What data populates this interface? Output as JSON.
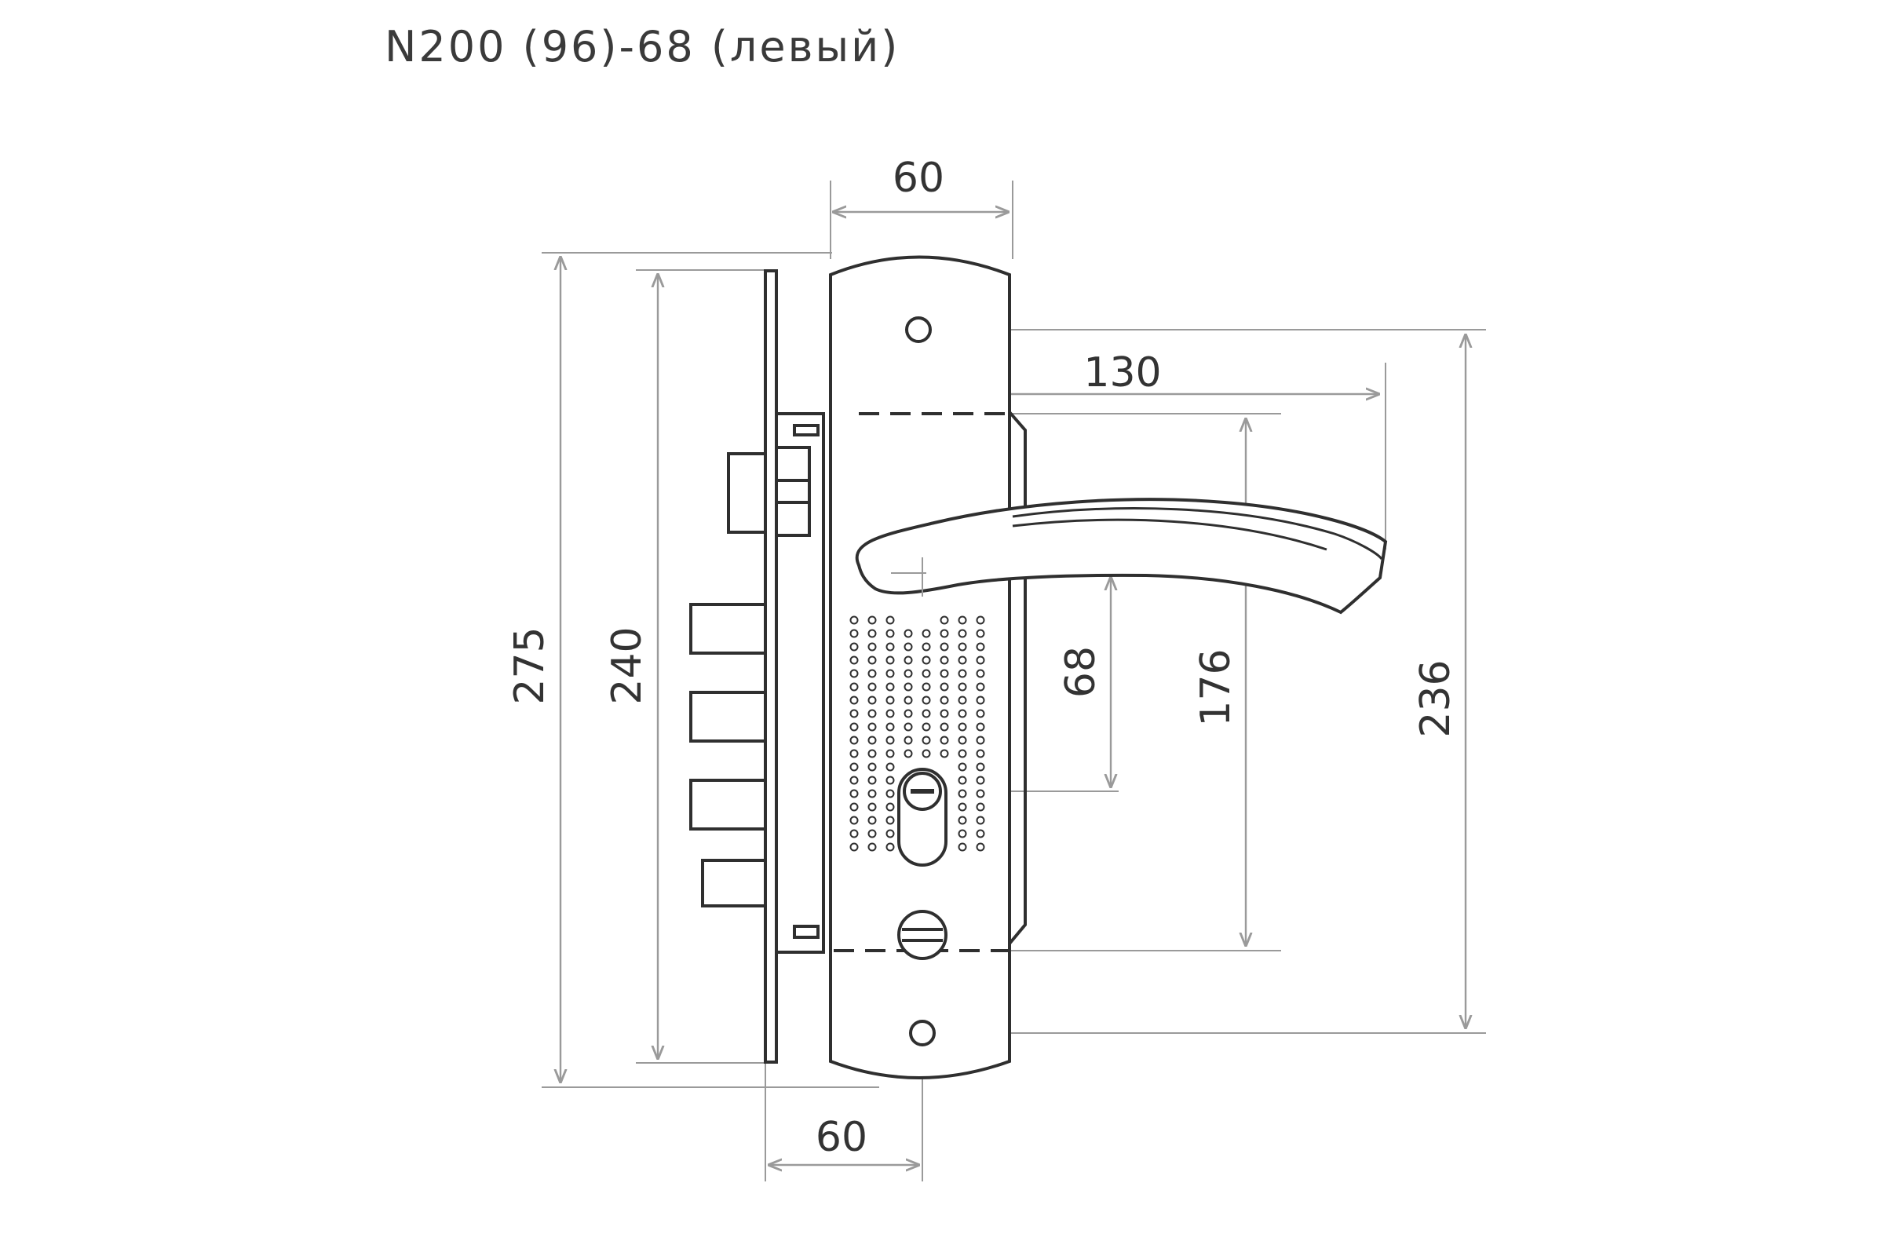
{
  "title": "N200 (96)-68 (левый)",
  "dimensions": {
    "top_width": "60",
    "bottom_offset": "60",
    "lever_length": "130",
    "total_height": "275",
    "faceplate_height": "240",
    "handle_to_cylinder": "68",
    "handle_mount_spacing": "176",
    "screw_spacing": "236"
  },
  "colors": {
    "line": "#2f2f2f",
    "dimension": "#9a9a9a",
    "text": "#333333"
  }
}
